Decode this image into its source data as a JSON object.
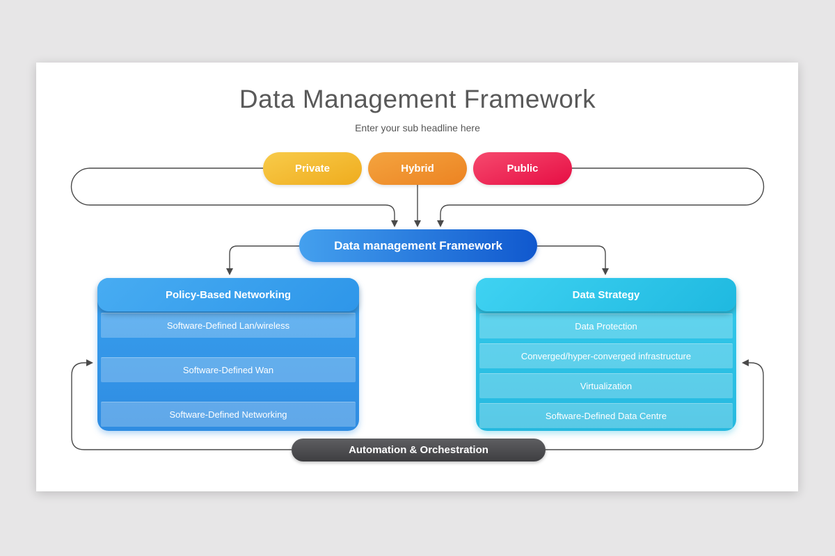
{
  "header": {
    "title": "Data Management Framework",
    "subtitle": "Enter your sub headline here"
  },
  "top_pills": [
    {
      "label": "Private",
      "color": "#f0b62f"
    },
    {
      "label": "Hybrid",
      "color": "#ef9330"
    },
    {
      "label": "Public",
      "color": "#ed1b4d"
    }
  ],
  "center_pill": {
    "label": "Data management Framework",
    "color_from": "#44a0ee",
    "color_to": "#1058ce"
  },
  "left_panel": {
    "title": "Policy-Based Networking",
    "color": "#339be9",
    "items": [
      "Software-Defined Lan/wireless",
      "Software-Defined Wan",
      "Software-Defined Networking"
    ]
  },
  "right_panel": {
    "title": "Data Strategy",
    "color": "#2cc2e6",
    "items": [
      "Data Protection",
      "Converged/hyper-converged infrastructure",
      "Virtualization",
      "Software-Defined Data Centre"
    ]
  },
  "bottom_pill": {
    "label": "Automation & Orchestration",
    "color": "#4a4a4d"
  },
  "connector_color": "#4a4a4a",
  "background": {
    "page": "#e7e6e7",
    "slide": "#ffffff"
  }
}
